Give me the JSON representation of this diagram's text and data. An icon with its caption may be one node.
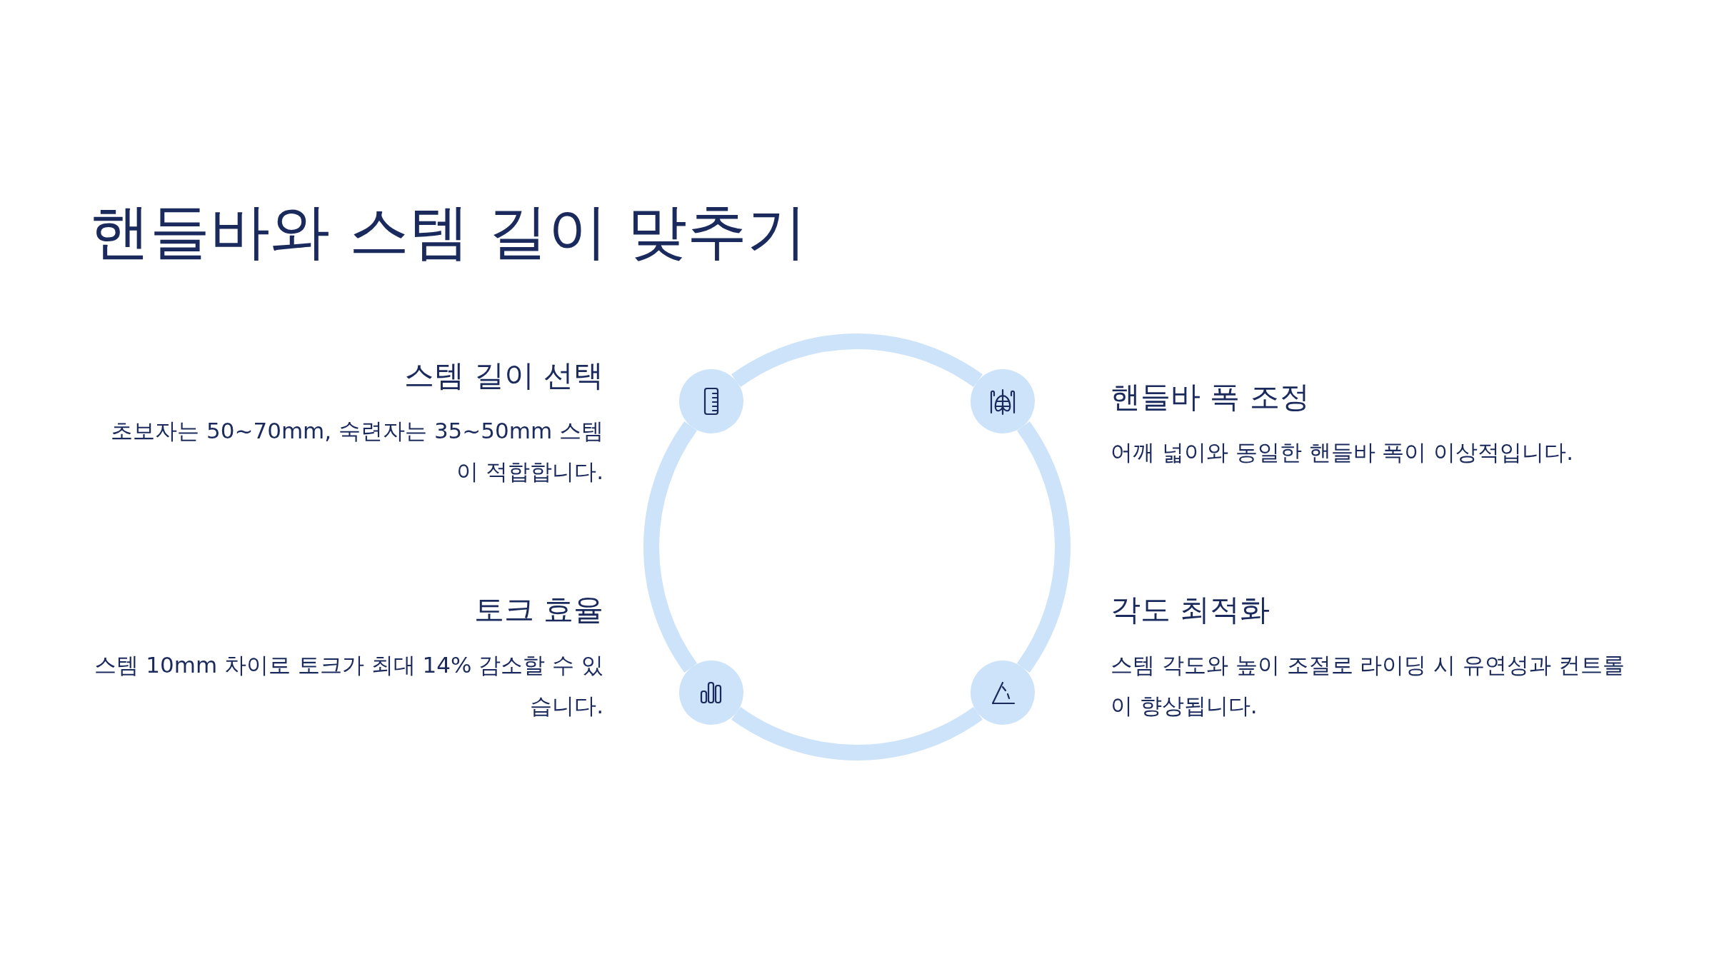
{
  "diagram": {
    "title": "핸들바와 스템 길이 맞추기",
    "nodes": [
      {
        "text": [],
        "shape": "circle",
        "beside": [
          "스템 길이 선택",
          "초보자는 50~70mm, 숙련자는 35~50mm 스템이 적합합니다."
        ]
      },
      {
        "text": [],
        "shape": "circle",
        "beside": [
          "핸들바 폭 조정",
          "어깨 넓이와 동일한 핸들바 폭이 이상적입니다."
        ]
      },
      {
        "text": [],
        "shape": "circle",
        "beside": [
          "토크 효율",
          "스템 10mm 차이로 토크가 최대 14% 감소할 수 있습니다."
        ]
      },
      {
        "text": [],
        "shape": "circle",
        "beside": [
          "각도 최적화",
          "스템 각도와 높이 조절로 라이딩 시 유연성과 컨트롤이 향상됩니다."
        ]
      }
    ],
    "edges": [
      {
        "from": 0,
        "to": 1,
        "arrow": "none"
      },
      {
        "from": 1,
        "to": 3,
        "arrow": "none"
      },
      {
        "from": 3,
        "to": 2,
        "arrow": "none"
      },
      {
        "from": 2,
        "to": 0,
        "arrow": "none"
      }
    ]
  }
}
